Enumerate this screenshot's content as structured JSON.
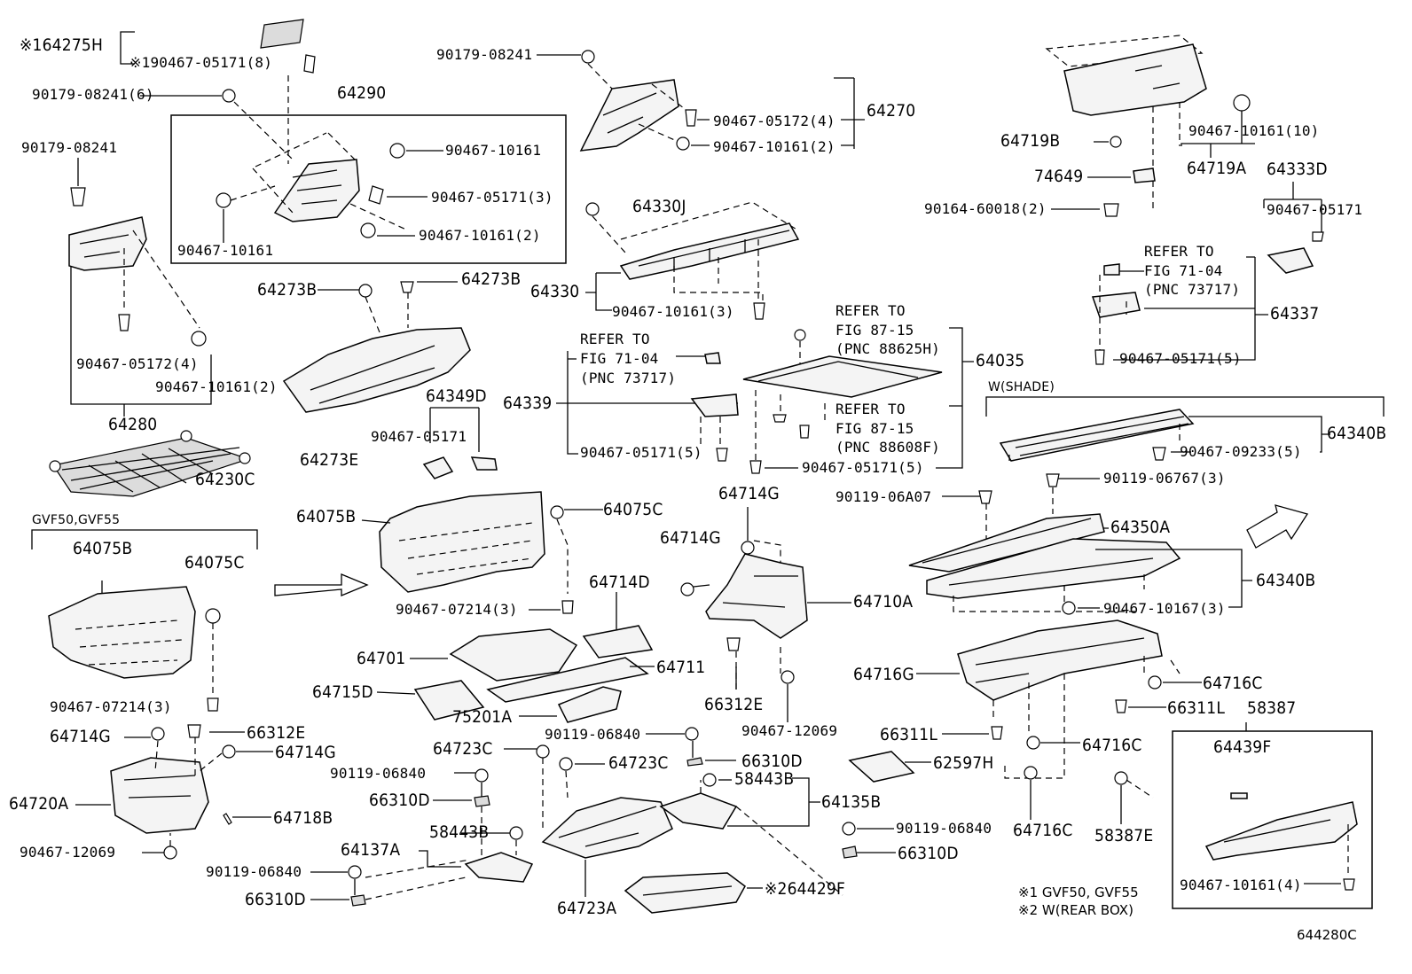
{
  "diagram_id": "644280C",
  "notes": {
    "note1": "※1 GVF50, GVF55",
    "note2": "※2 W(REAR BOX)"
  },
  "group_labels": {
    "gvf": "GVF50,GVF55",
    "shade": "W(SHADE)"
  },
  "refer": {
    "r1_line1": "REFER TO",
    "r1_line2": "FIG 71-04",
    "r1_line3": "(PNC 73717)",
    "r2_line1": "REFER TO",
    "r2_line2": "FIG 87-15",
    "r2_line3": "(PNC 88625H)",
    "r3_line1": "REFER TO",
    "r3_line2": "FIG 87-15",
    "r3_line3": "(PNC 88608F)",
    "r4_line1": "REFER TO",
    "r4_line2": "FIG 71-04",
    "r4_line3": "(PNC 73717)"
  },
  "parts": {
    "p64275H": "※164275H",
    "p90467_05171_8": "※190467-05171(8)",
    "p90179_08241_6": "90179-08241(6)",
    "p64290": "64290",
    "p90179_08241_a": "90179-08241",
    "p90467_10161_a": "90467-10161",
    "p90467_05171_3": "90467-05171(3)",
    "p90467_10161_2a": "90467-10161(2)",
    "p90467_10161_b": "90467-10161",
    "p90467_05172_4a": "90467-05172(4)",
    "p90467_10161_2b": "90467-10161(2)",
    "p64280": "64280",
    "p64230C": "64230C",
    "p90179_08241_b": "90179-08241",
    "p64270": "64270",
    "p90467_05172_4b": "90467-05172(4)",
    "p90467_10161_2c": "90467-10161(2)",
    "p64330J": "64330J",
    "p64330": "64330",
    "p90467_10161_3a": "90467-10161(3)",
    "p64273B_a": "64273B",
    "p64273B_b": "64273B",
    "p64273E": "64273E",
    "p64349D": "64349D",
    "p90467_05171_a": "90467-05171",
    "p64339": "64339",
    "p90467_05171_5a": "90467-05171(5)",
    "p64035": "64035",
    "p90467_05171_5b": "90467-05171(5)",
    "p64719B": "64719B",
    "p74649": "74649",
    "p90164_60018_2": "90164-60018(2)",
    "p90467_10161_10": "90467-10161(10)",
    "p64719A": "64719A",
    "p64333D": "64333D",
    "p90467_05171_b": "90467-05171",
    "p64337": "64337",
    "p90467_05171_5c": "90467-05171(5)",
    "p64340B_a": "64340B",
    "p90467_09233_5": "90467-09233(5)",
    "p90119_06767_3": "90119-06767(3)",
    "p90119_06A07": "90119-06A07",
    "p64350A": "64350A",
    "p64340B_b": "64340B",
    "p90467_10167_3": "90467-10167(3)",
    "p64075B_a": "64075B",
    "p64075C_a": "64075C",
    "p90467_07214_3a": "90467-07214(3)",
    "p64075B_b": "64075B",
    "p64075C_b": "64075C",
    "p90467_07214_3b": "90467-07214(3)",
    "p64714D": "64714D",
    "p64701": "64701",
    "p64711": "64711",
    "p64715D": "64715D",
    "p75201A": "75201A",
    "p64714G_a": "64714G",
    "p64714G_b": "64714G",
    "p64710A": "64710A",
    "p66312E_a": "66312E",
    "p90467_12069_a": "90467-12069",
    "p64716G": "64716G",
    "p64716C_a": "64716C",
    "p66311L_a": "66311L",
    "p66311L_b": "66311L",
    "p64716C_b": "64716C",
    "p64716C_c": "64716C",
    "p58387": "58387",
    "p64439F": "64439F",
    "p58387E": "58387E",
    "p90467_10161_4": "90467-10161(4)",
    "p62597H": "62597H",
    "p64714G_c": "64714G",
    "p66312E_b": "66312E",
    "p64714G_d": "64714G",
    "p64720A": "64720A",
    "p64718B": "64718B",
    "p90467_12069_b": "90467-12069",
    "p90119_06840_a": "90119-06840",
    "p66310D_a": "66310D",
    "p64137A": "64137A",
    "p58443B_a": "58443B",
    "p90119_06840_b": "90119-06840",
    "p66310D_b": "66310D",
    "p64723C_a": "64723C",
    "p64723C_b": "64723C",
    "p90119_06840_c": "90119-06840",
    "p66310D_c": "66310D",
    "p58443B_b": "58443B",
    "p64135B": "64135B",
    "p90119_06840_d": "90119-06840",
    "p66310D_d": "66310D",
    "p64723A": "64723A",
    "p64429F": "※264429F"
  }
}
